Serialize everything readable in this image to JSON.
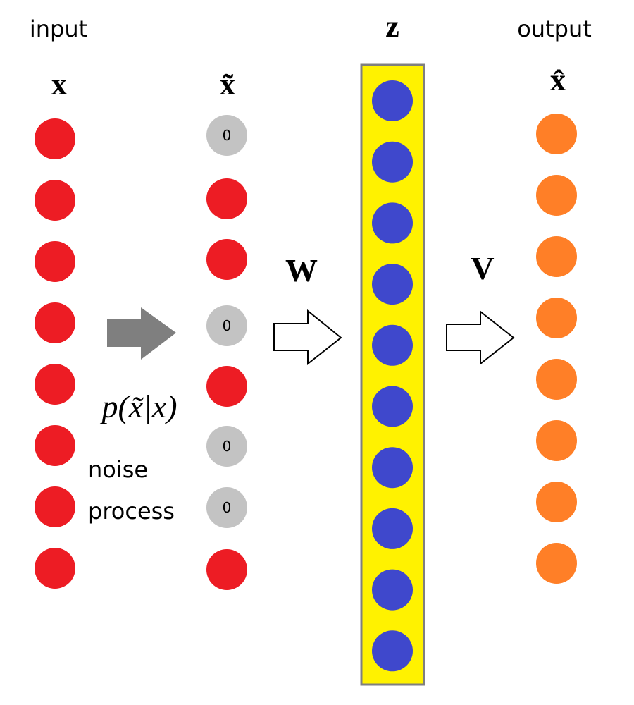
{
  "labels": {
    "input": "input",
    "output": "output",
    "x": "x",
    "x_tilde": "x̃",
    "z": "z",
    "x_hat": "x̂",
    "W": "W",
    "V": "V",
    "noise_dist": "p(x̃|x)",
    "noise_line1": "noise",
    "noise_line2": "process"
  },
  "input_units": [
    {
      "value": null
    },
    {
      "value": null
    },
    {
      "value": null
    },
    {
      "value": null
    },
    {
      "value": null
    },
    {
      "value": null
    },
    {
      "value": null
    },
    {
      "value": null
    }
  ],
  "corrupted_units": [
    {
      "value": "0"
    },
    {
      "value": null
    },
    {
      "value": null
    },
    {
      "value": "0"
    },
    {
      "value": null
    },
    {
      "value": "0"
    },
    {
      "value": "0"
    },
    {
      "value": null
    }
  ],
  "hidden_unit_count": 10,
  "output_unit_count": 8,
  "colors": {
    "input": "#ed1c24",
    "zeroed": "#c3c3c3",
    "hidden": "#3f48cc",
    "hidden_bg": "#fff200",
    "hidden_border": "#7f7f7f",
    "output": "#ff7f27",
    "noise_arrow": "#7f7f7f"
  }
}
